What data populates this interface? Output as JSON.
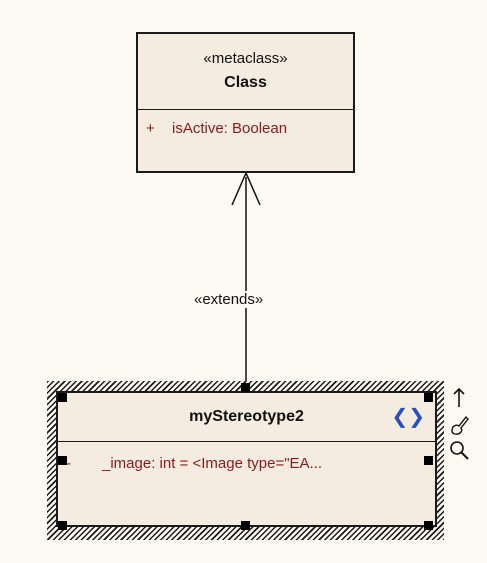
{
  "metaclass": {
    "stereotype": "«metaclass»",
    "name": "Class",
    "attribute": {
      "visibility": "+",
      "text": "isActive:  Boolean"
    }
  },
  "connector": {
    "label": "«extends»"
  },
  "stereotype_element": {
    "name": "myStereotype2",
    "attribute": {
      "visibility": "-",
      "text": "_image:  int = <Image type=\"EA..."
    }
  },
  "toolbar": {
    "icons": [
      "arrow-up-icon",
      "brush-icon",
      "magnifier-icon"
    ]
  },
  "colors": {
    "element_fill": "#f4ece0",
    "attribute_text": "#8b1a1a",
    "stereotype_badge": "#2a4fbf",
    "background": "#fdfaf3"
  }
}
